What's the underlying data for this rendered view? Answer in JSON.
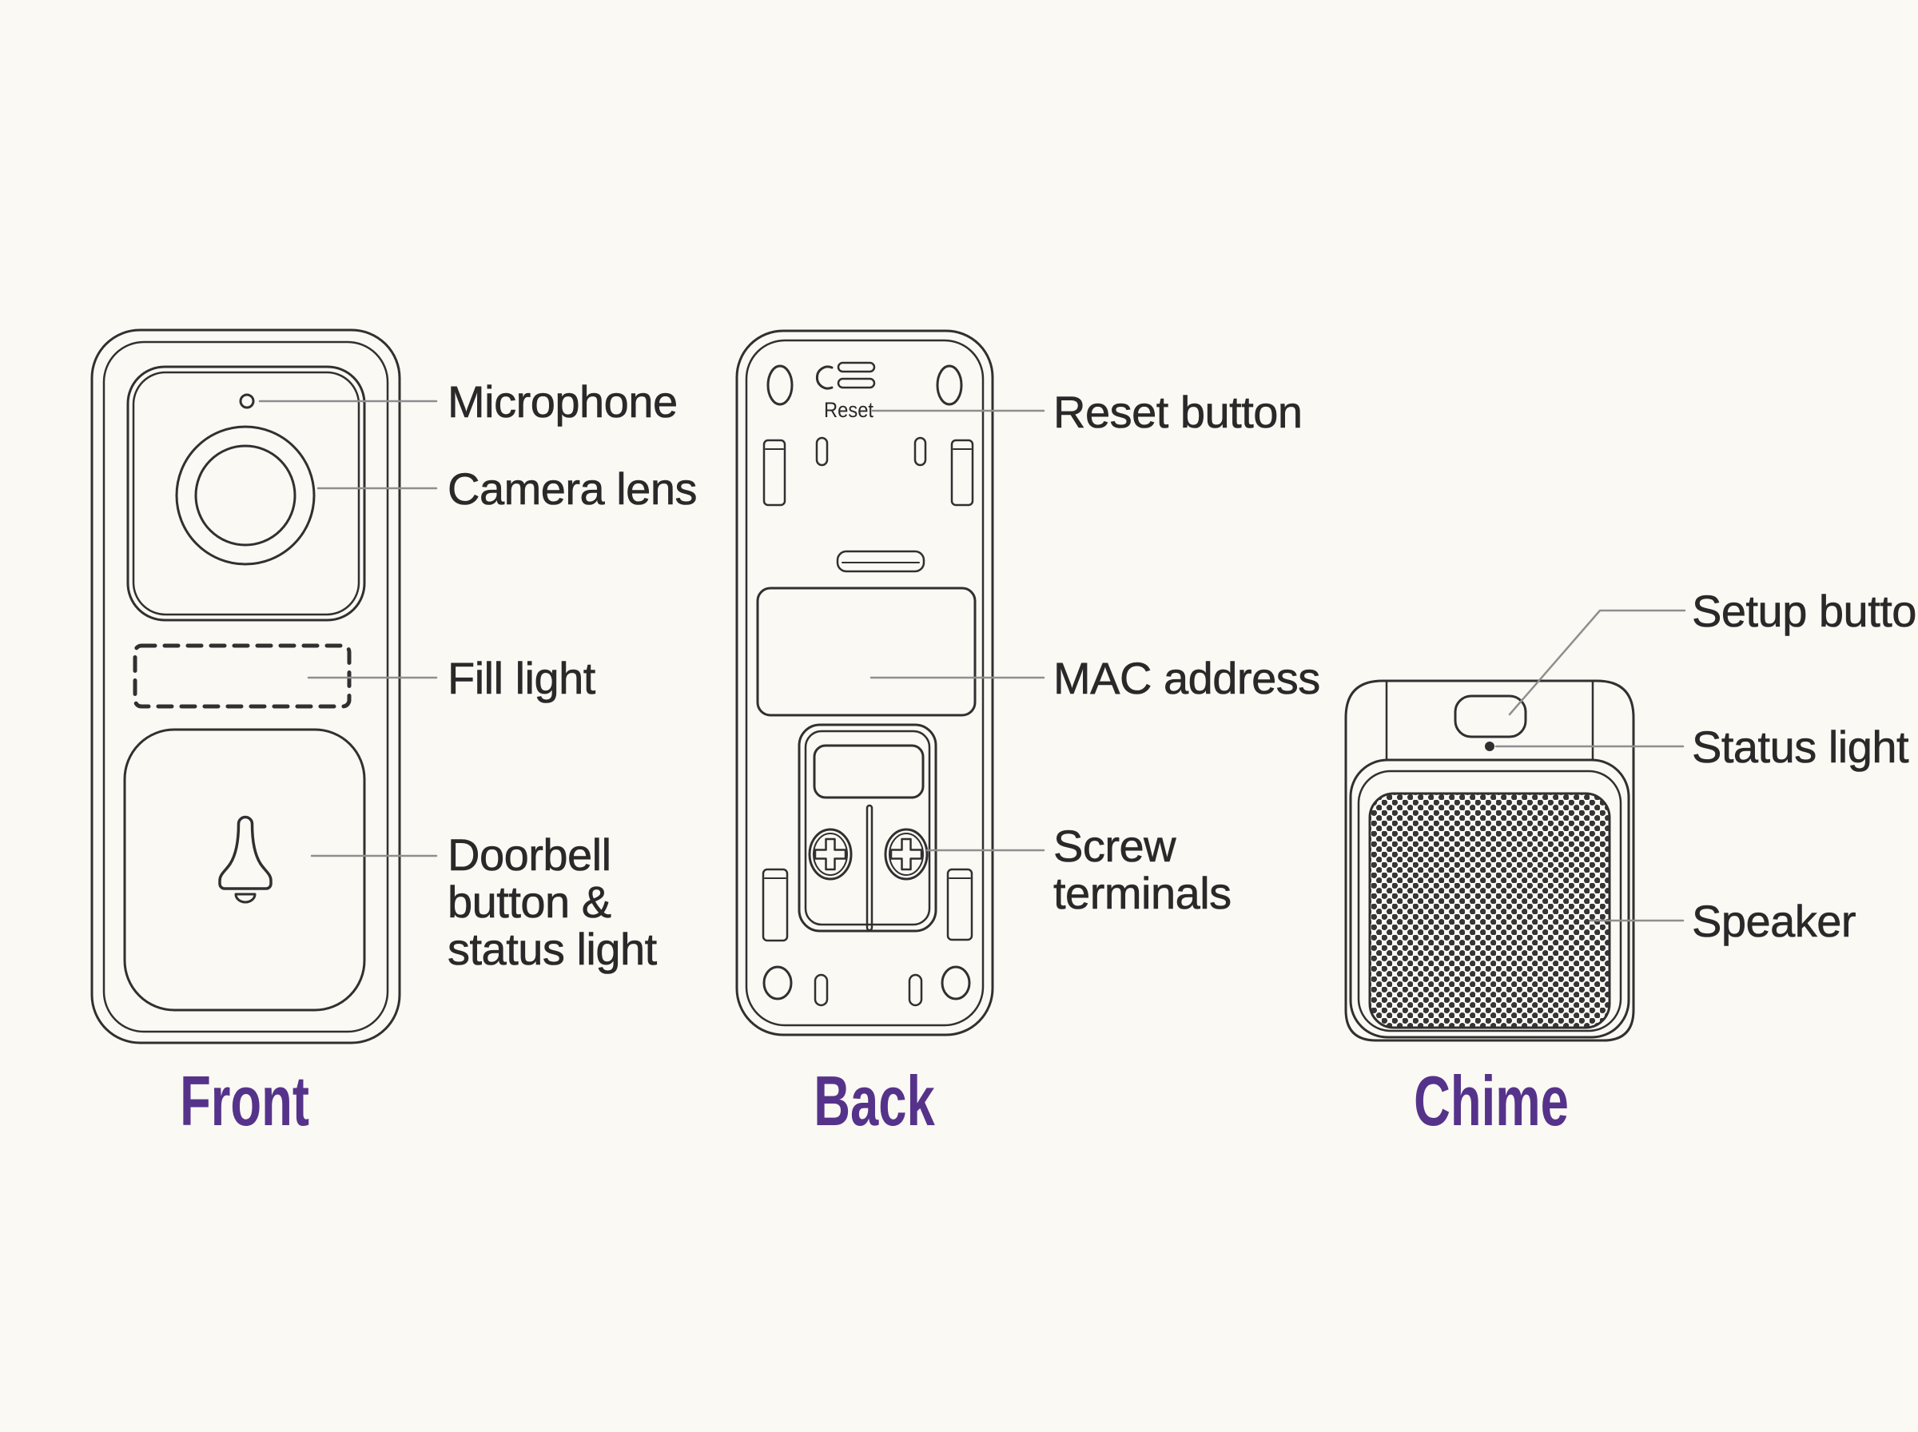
{
  "page": {
    "background": "#FAF9F4"
  },
  "colors": {
    "line": "#332F30",
    "leader_line": "#8F8F8F",
    "label_text": "#2B2829",
    "section_text": "#56338A"
  },
  "front": {
    "section_label": "Front",
    "labels": {
      "microphone": "Microphone",
      "camera_lens": "Camera lens",
      "fill_light": "Fill light",
      "doorbell_lines": [
        "Doorbell",
        "button &",
        "status light"
      ]
    }
  },
  "back": {
    "section_label": "Back",
    "engraving": "Reset",
    "labels": {
      "reset_button": "Reset button",
      "mac_address": "MAC address",
      "screw_lines": [
        "Screw",
        "terminals"
      ]
    }
  },
  "chime": {
    "section_label": "Chime",
    "labels": {
      "setup_button": "Setup button",
      "status_light": "Status light",
      "speaker": "Speaker"
    }
  }
}
